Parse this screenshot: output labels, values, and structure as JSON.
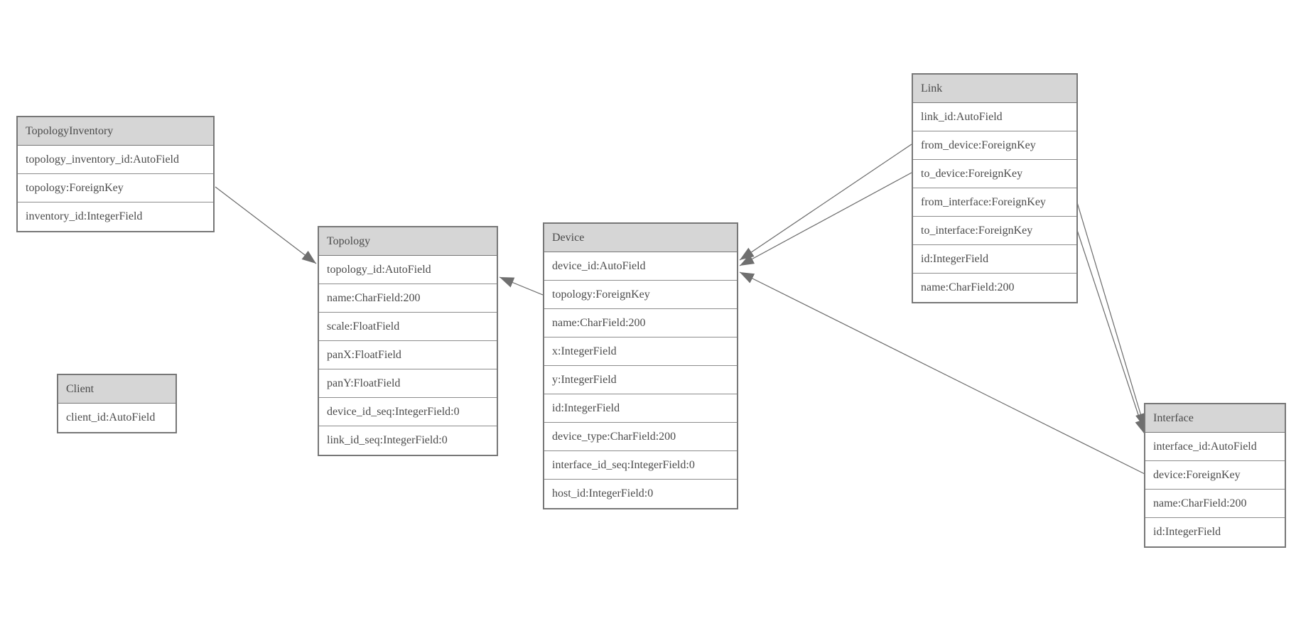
{
  "colors": {
    "background": "#ffffff",
    "header_fill": "#d6d6d6",
    "border": "#777777",
    "text": "#4b4b4b",
    "edge": "#6a6a6a",
    "arrow_fill": "#6f6f6f"
  },
  "entities": {
    "topologyInventory": {
      "title": "TopologyInventory",
      "fields": [
        "topology_inventory_id:AutoField",
        "topology:ForeignKey",
        "inventory_id:IntegerField"
      ]
    },
    "topology": {
      "title": "Topology",
      "fields": [
        "topology_id:AutoField",
        "name:CharField:200",
        "scale:FloatField",
        "panX:FloatField",
        "panY:FloatField",
        "device_id_seq:IntegerField:0",
        "link_id_seq:IntegerField:0"
      ]
    },
    "client": {
      "title": "Client",
      "fields": [
        "client_id:AutoField"
      ]
    },
    "device": {
      "title": "Device",
      "fields": [
        "device_id:AutoField",
        "topology:ForeignKey",
        "name:CharField:200",
        "x:IntegerField",
        "y:IntegerField",
        "id:IntegerField",
        "device_type:CharField:200",
        "interface_id_seq:IntegerField:0",
        "host_id:IntegerField:0"
      ]
    },
    "link": {
      "title": "Link",
      "fields": [
        "link_id:AutoField",
        "from_device:ForeignKey",
        "to_device:ForeignKey",
        "from_interface:ForeignKey",
        "to_interface:ForeignKey",
        "id:IntegerField",
        "name:CharField:200"
      ]
    },
    "interface": {
      "title": "Interface",
      "fields": [
        "interface_id:AutoField",
        "device:ForeignKey",
        "name:CharField:200",
        "id:IntegerField"
      ]
    }
  },
  "relationships": [
    {
      "from": "TopologyInventory.topology",
      "to": "Topology"
    },
    {
      "from": "Device.topology",
      "to": "Topology"
    },
    {
      "from": "Link.from_device",
      "to": "Device"
    },
    {
      "from": "Link.to_device",
      "to": "Device"
    },
    {
      "from": "Link.from_interface",
      "to": "Interface"
    },
    {
      "from": "Link.to_interface",
      "to": "Interface"
    },
    {
      "from": "Interface.device",
      "to": "Device"
    }
  ]
}
